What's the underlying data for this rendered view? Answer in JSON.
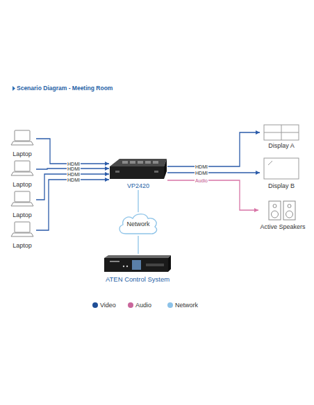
{
  "diagram": {
    "title": "Scenario Diagram - Meeting Room",
    "nodes": [
      {
        "text": [
          "Laptop"
        ]
      },
      {
        "text": [
          "Laptop"
        ]
      },
      {
        "text": [
          "Laptop"
        ]
      },
      {
        "text": [
          "Laptop"
        ]
      },
      {
        "text": [
          "VP2420"
        ]
      },
      {
        "text": [
          "Display A"
        ]
      },
      {
        "text": [
          "Display B"
        ]
      },
      {
        "text": [
          "Active Speakers"
        ]
      },
      {
        "text": [
          "Network"
        ]
      },
      {
        "text": [
          "ATEN Control System"
        ]
      }
    ],
    "edges": [
      {
        "from": 0,
        "to": 4,
        "label": "HDMI",
        "arrow": "to"
      },
      {
        "from": 1,
        "to": 4,
        "label": "HDMI",
        "arrow": "to"
      },
      {
        "from": 2,
        "to": 4,
        "label": "HDMI",
        "arrow": "to"
      },
      {
        "from": 3,
        "to": 4,
        "label": "HDMI",
        "arrow": "to"
      },
      {
        "from": 4,
        "to": 5,
        "label": "HDMI",
        "arrow": "to"
      },
      {
        "from": 4,
        "to": 6,
        "label": "HDMI",
        "arrow": "to"
      },
      {
        "from": 4,
        "to": 7,
        "label": "Audio",
        "arrow": "to"
      },
      {
        "from": 4,
        "to": 8,
        "arrow": "none"
      },
      {
        "from": 8,
        "to": 9,
        "arrow": "none"
      }
    ],
    "legend": [
      {
        "text": "Video",
        "color": "#1f4e96"
      },
      {
        "text": "Audio",
        "color": "#c9669b"
      },
      {
        "text": "Network",
        "color": "#8cc2e8"
      }
    ]
  }
}
